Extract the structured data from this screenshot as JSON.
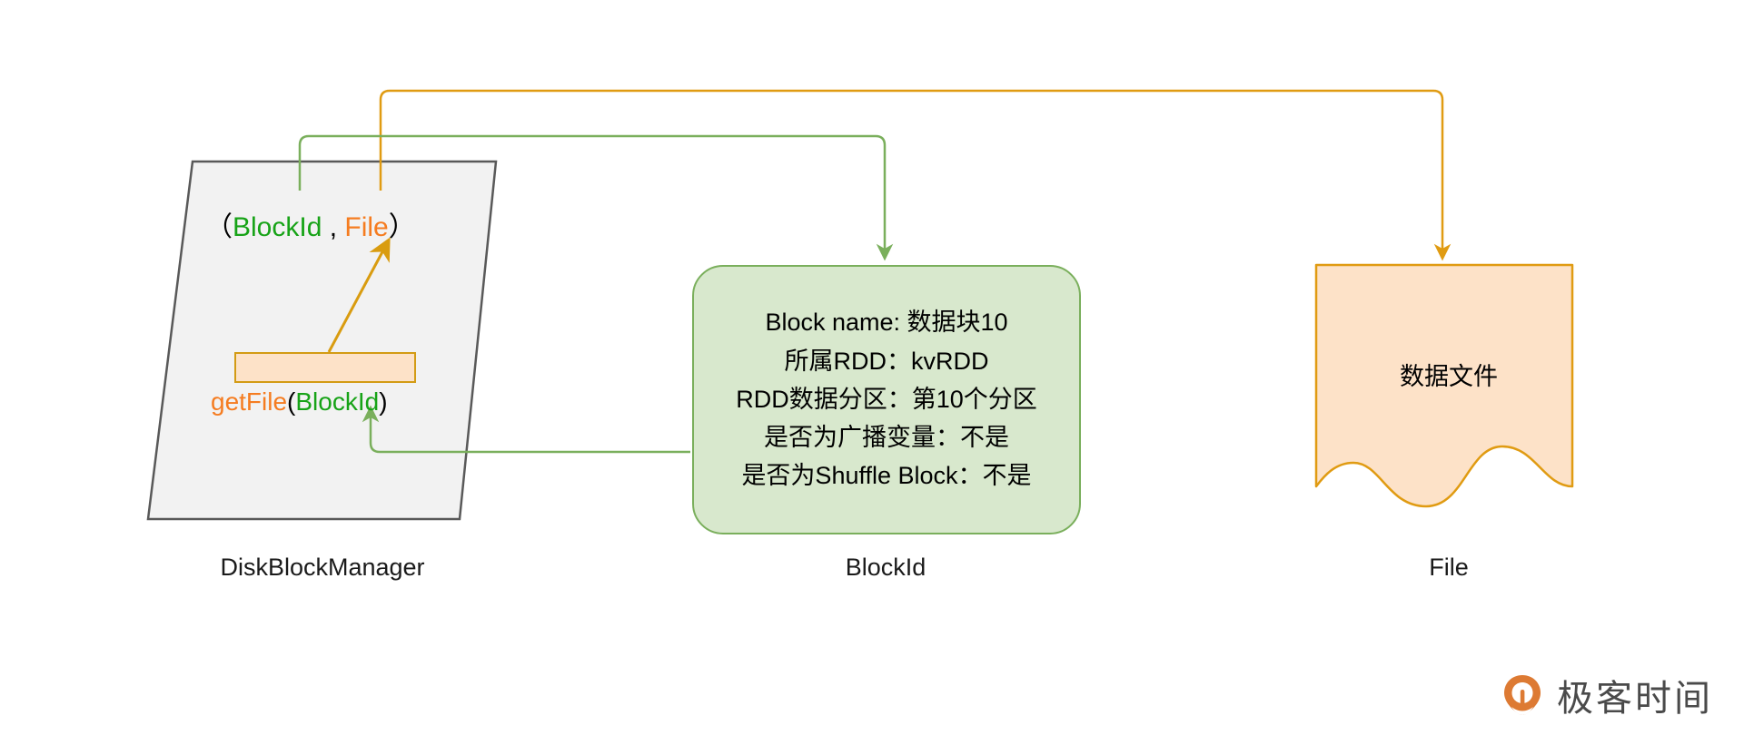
{
  "diagram": {
    "title_hidden": "",
    "colors": {
      "green_stroke": "#7aaf5c",
      "green_fill": "#d8e8cd",
      "orange_stroke": "#e09b12",
      "orange_fill": "#fde2c8",
      "gray_fill": "#f2f2f2",
      "gray_stroke": "#595959",
      "text_green": "#17a317",
      "text_orange": "#f57c20",
      "watermark_orange": "#dd7a33"
    }
  },
  "disk_block_manager": {
    "caption": "DiskBlockManager",
    "tuple": {
      "open_paren": "（",
      "key": "BlockId",
      "comma": " , ",
      "value": "File",
      "close_paren": "）"
    },
    "method": {
      "name": "getFile",
      "open_paren": "(",
      "arg": "BlockId",
      "close_paren": ")"
    }
  },
  "block_id": {
    "caption": "BlockId",
    "lines": [
      "Block name: 数据块10",
      "所属RDD：kvRDD",
      "RDD数据分区：第10个分区",
      "是否为广播变量：不是",
      "是否为Shuffle Block：不是"
    ]
  },
  "file": {
    "caption": "File",
    "label": "数据文件"
  },
  "watermark": {
    "text": "极客时间",
    "icon": "geekbang-logo-icon"
  }
}
